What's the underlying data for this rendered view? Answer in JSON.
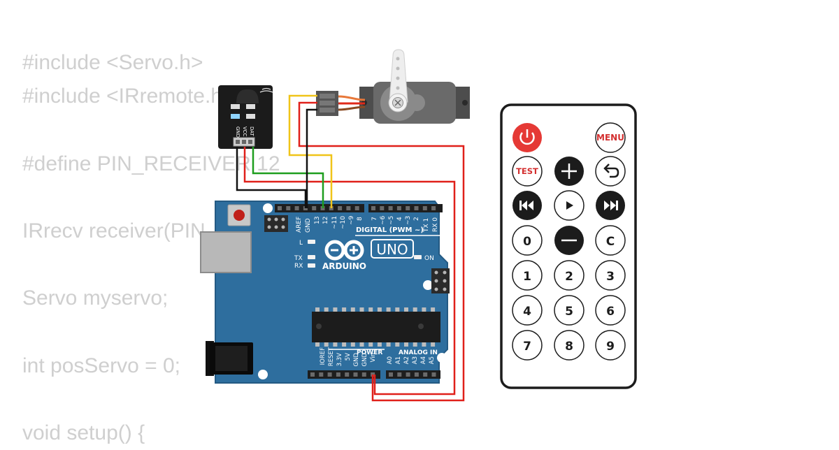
{
  "code_lines": [
    "#include <Servo.h>",
    "#include <IRremote.h>",
    "",
    "#define PIN_RECEIVER 12",
    "",
    "IRrecv receiver(PIN_RECEIVER);",
    "",
    "Servo myservo;",
    "",
    "int posServo = 0;",
    "",
    "void setup() {"
  ],
  "ir_receiver": {
    "pin_labels": [
      "GND",
      "VCC",
      "DAT"
    ]
  },
  "arduino": {
    "uno_label": "UNO",
    "brand_label": "ARDUINO",
    "digital_label": "DIGITAL (PWM ~)",
    "power_label": "POWER",
    "analog_label": "ANALOG IN",
    "led_l": "L",
    "led_tx": "TX",
    "led_rx": "RX",
    "led_on": "ON",
    "top_pins": [
      "AREF",
      "GND",
      "13",
      "12",
      "~11",
      "~10",
      "~9",
      "8",
      "7",
      "~6",
      "~5",
      "4",
      "~3",
      "2",
      "TX 1",
      "RX 0"
    ],
    "power_pins": [
      "IOREF",
      "RESET",
      "3.3V",
      "5V",
      "GND",
      "GND",
      "Vin"
    ],
    "analog_pins": [
      "A0",
      "A1",
      "A2",
      "A3",
      "A4",
      "A5"
    ]
  },
  "remote": {
    "buttons": [
      "power",
      "MENU",
      "TEST",
      "+",
      "back",
      "prev",
      "play",
      "next",
      "0",
      "−",
      "C",
      "1",
      "2",
      "3",
      "4",
      "5",
      "6",
      "7",
      "8",
      "9"
    ],
    "menu_label": "MENU",
    "test_label": "TEST",
    "c_label": "C",
    "digits": [
      "0",
      "1",
      "2",
      "3",
      "4",
      "5",
      "6",
      "7",
      "8",
      "9"
    ]
  },
  "colors": {
    "board": "#2e6e9e",
    "board_edge": "#245a83",
    "wire_black": "#111111",
    "wire_red": "#e0201a",
    "wire_green": "#1e9e1e",
    "wire_yellow": "#f0c419",
    "remote_red": "#e53935",
    "remote_dark": "#1c1c1c"
  }
}
